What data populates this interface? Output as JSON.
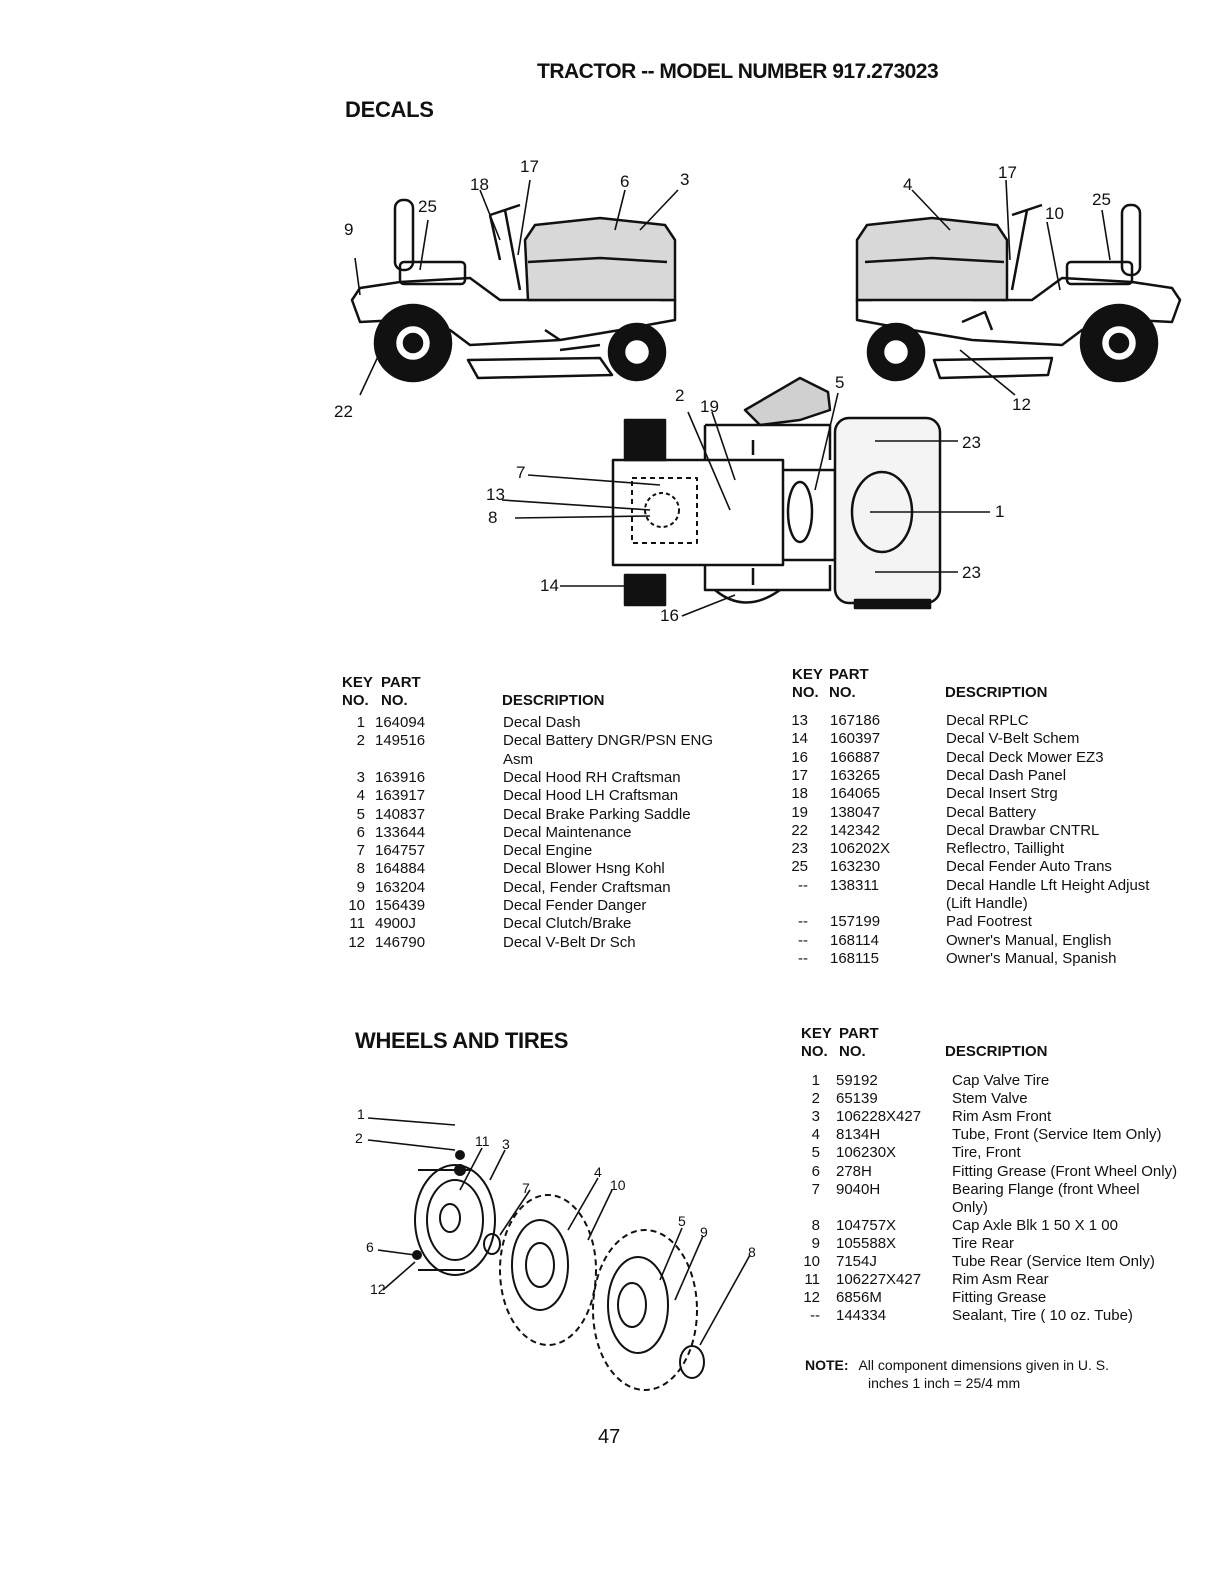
{
  "title": "TRACTOR -- MODEL NUMBER 917.273023",
  "decals_heading": "DECALS",
  "wheels_heading": "WHEELS AND TIRES",
  "col_headers": {
    "key_top": "KEY",
    "part_top": "PART",
    "no1": "NO.",
    "no2": "NO.",
    "description": "DESCRIPTION"
  },
  "decals_left": [
    {
      "key": "1",
      "part": "164094",
      "desc": "Decal Dash"
    },
    {
      "key": "2",
      "part": "149516",
      "desc": "Decal Battery DNGR/PSN ENG",
      "desc2": "Asm"
    },
    {
      "key": "3",
      "part": "163916",
      "desc": "Decal Hood RH Craftsman"
    },
    {
      "key": "4",
      "part": "163917",
      "desc": "Decal Hood LH Craftsman"
    },
    {
      "key": "5",
      "part": "140837",
      "desc": "Decal Brake Parking Saddle"
    },
    {
      "key": "6",
      "part": "133644",
      "desc": "Decal Maintenance"
    },
    {
      "key": "7",
      "part": "164757",
      "desc": "Decal Engine"
    },
    {
      "key": "8",
      "part": "164884",
      "desc": "Decal Blower Hsng Kohl"
    },
    {
      "key": "9",
      "part": "163204",
      "desc": "Decal, Fender Craftsman"
    },
    {
      "key": "10",
      "part": "156439",
      "desc": "Decal Fender Danger"
    },
    {
      "key": "11",
      "part": "4900J",
      "desc": "Decal Clutch/Brake"
    },
    {
      "key": "12",
      "part": "146790",
      "desc": "Decal V-Belt Dr Sch"
    }
  ],
  "decals_right": [
    {
      "key": "13",
      "part": "167186",
      "desc": "Decal RPLC"
    },
    {
      "key": "14",
      "part": "160397",
      "desc": "Decal V-Belt Schem"
    },
    {
      "key": "16",
      "part": "166887",
      "desc": "Decal Deck Mower EZ3"
    },
    {
      "key": "17",
      "part": "163265",
      "desc": "Decal Dash Panel"
    },
    {
      "key": "18",
      "part": "164065",
      "desc": "Decal Insert Strg"
    },
    {
      "key": "19",
      "part": "138047",
      "desc": "Decal Battery"
    },
    {
      "key": "22",
      "part": "142342",
      "desc": "Decal Drawbar CNTRL"
    },
    {
      "key": "23",
      "part": "106202X",
      "desc": "Reflectro, Taillight"
    },
    {
      "key": "25",
      "part": "163230",
      "desc": "Decal Fender Auto Trans"
    },
    {
      "key": "--",
      "part": "138311",
      "desc": "Decal Handle Lft Height Adjust",
      "desc2": "(Lift Handle)"
    },
    {
      "key": "--",
      "part": "157199",
      "desc": "Pad Footrest"
    },
    {
      "key": "--",
      "part": "168114",
      "desc": "Owner's Manual, English"
    },
    {
      "key": "--",
      "part": "168115",
      "desc": "Owner's Manual, Spanish"
    }
  ],
  "wheels": [
    {
      "key": "1",
      "part": "59192",
      "desc": "Cap Valve Tire"
    },
    {
      "key": "2",
      "part": "65139",
      "desc": "Stem Valve"
    },
    {
      "key": "3",
      "part": "106228X427",
      "desc": "Rim Asm Front"
    },
    {
      "key": "4",
      "part": "8134H",
      "desc": "Tube, Front (Service Item Only)"
    },
    {
      "key": "5",
      "part": "106230X",
      "desc": "Tire, Front"
    },
    {
      "key": "6",
      "part": "278H",
      "desc": "Fitting Grease (Front Wheel Only)"
    },
    {
      "key": "7",
      "part": "9040H",
      "desc": "Bearing Flange (front Wheel",
      "desc2": "Only)"
    },
    {
      "key": "8",
      "part": "104757X",
      "desc": "Cap Axle Blk 1 50 X 1 00"
    },
    {
      "key": "9",
      "part": "105588X",
      "desc": "Tire Rear"
    },
    {
      "key": "10",
      "part": "7154J",
      "desc": "Tube Rear (Service Item Only)"
    },
    {
      "key": "11",
      "part": "106227X427",
      "desc": "Rim Asm Rear"
    },
    {
      "key": "12",
      "part": "6856M",
      "desc": "Fitting Grease"
    },
    {
      "key": "--",
      "part": "144334",
      "desc": "Sealant, Tire ( 10 oz. Tube)"
    }
  ],
  "note": {
    "label": "NOTE:",
    "line1": "All component dimensions given in U. S.",
    "line2": "inches 1 inch = 25/4 mm"
  },
  "page_number": "47",
  "callouts": {
    "left_tractor": [
      "18",
      "17",
      "6",
      "3",
      "25",
      "9",
      "22"
    ],
    "right_tractor": [
      "4",
      "17",
      "10",
      "25",
      "12"
    ],
    "top_view": [
      "2",
      "19",
      "5",
      "7",
      "13",
      "8",
      "14",
      "16",
      "23",
      "1",
      "23"
    ],
    "wheels": [
      "1",
      "2",
      "11",
      "3",
      "7",
      "4",
      "10",
      "5",
      "9",
      "8",
      "6",
      "12"
    ]
  }
}
